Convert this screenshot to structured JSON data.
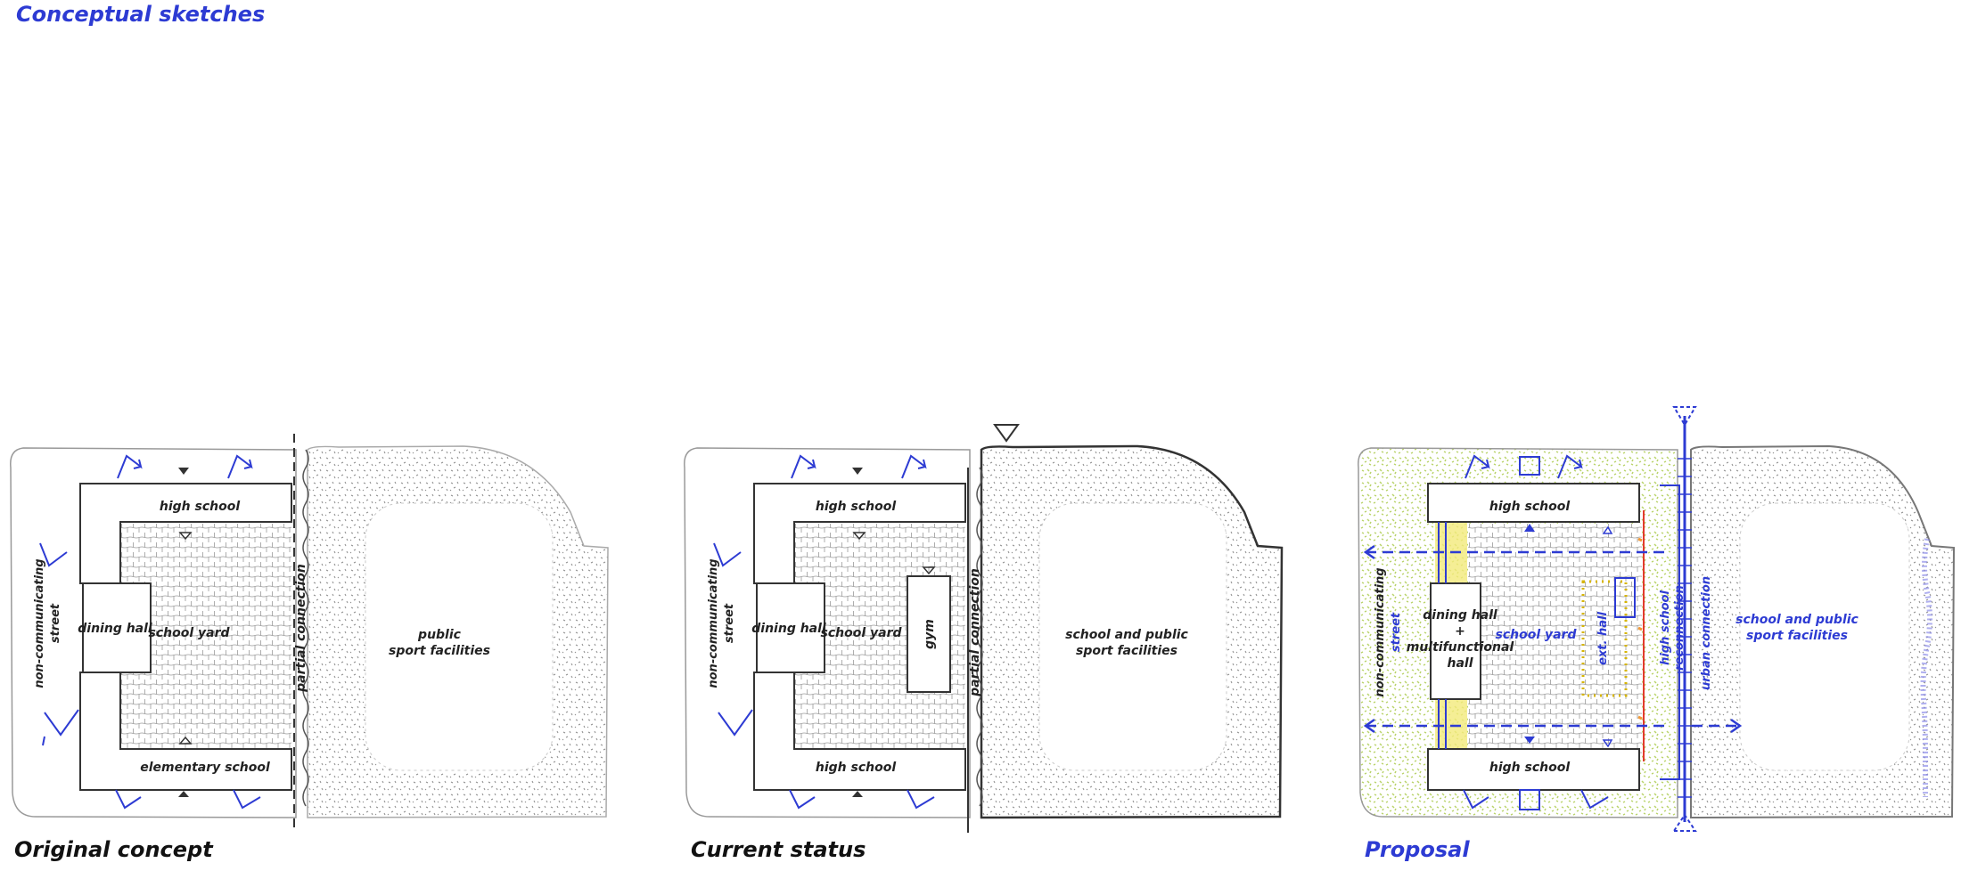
{
  "page": {
    "title": "Conceptual sketches"
  },
  "colors": {
    "accent": "#2d3bd3",
    "ink": "#222222",
    "greenery": "#b9d36a",
    "highlight": "#f2ea7a",
    "red_line": "#e23b2e",
    "orange": "#f29a38"
  },
  "panels": [
    {
      "caption": "Original concept",
      "labels": {
        "top_block": "high school",
        "bottom_block": "elementary school",
        "dining": "dining hall",
        "yard": "school yard",
        "street_line1": "non-communicating",
        "street_line2": "street",
        "connection": "partial connection",
        "sport_line1": "public",
        "sport_line2": "sport facilities"
      }
    },
    {
      "caption": "Current status",
      "labels": {
        "top_block": "high school",
        "bottom_block": "high school",
        "dining": "dining hall",
        "yard": "school yard",
        "gym": "gym",
        "street_line1": "non-communicating",
        "street_line2": "street",
        "connection": "partial connection",
        "sport_line1": "school and public",
        "sport_line2": "sport facilities"
      }
    },
    {
      "caption": "Proposal",
      "labels": {
        "top_block": "high school",
        "bottom_block": "high school",
        "dining_line1": "dining hall",
        "dining_line2": "+",
        "dining_line3": "multifunctional",
        "dining_line4": "hall",
        "yard": "school yard",
        "ext_hall": "ext. hall",
        "street_line1": "non-communicating",
        "street_line2": "street",
        "reconnection_line1": "high school",
        "reconnection_line2": "reconnection",
        "urban": "urban connection",
        "sport_line1": "school and public",
        "sport_line2": "sport facilities"
      }
    }
  ]
}
